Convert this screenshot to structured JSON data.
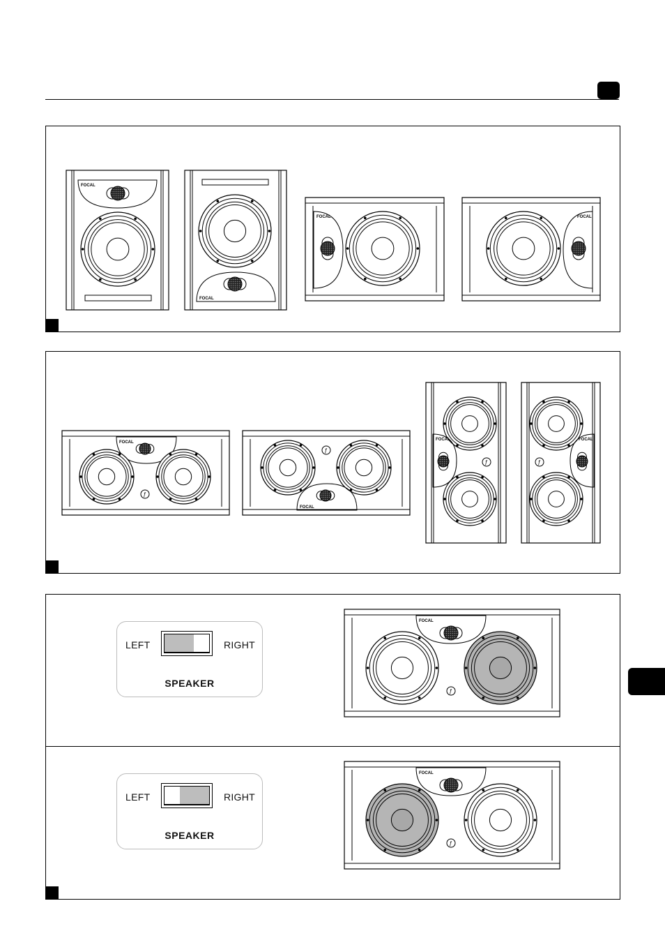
{
  "brand_logo": "FOCAL",
  "colors": {
    "ink": "#000000",
    "highlight_woofer": "#b5b5b5",
    "switch_knob": "#bdbdbd"
  },
  "figures": [
    {
      "id": "fig1",
      "speakers": [
        "vertical-tweeter-top",
        "vertical-tweeter-bottom",
        "horizontal-tweeter-left",
        "horizontal-tweeter-right"
      ]
    },
    {
      "id": "fig2",
      "speakers": [
        "center-tweeter-top",
        "center-tweeter-bottom",
        "vertical-tweeter-left",
        "vertical-tweeter-right"
      ]
    },
    {
      "id": "fig3"
    }
  ],
  "switch_panels": [
    {
      "left_label": "LEFT",
      "right_label": "RIGHT",
      "title": "SPEAKER",
      "position": "left",
      "highlighted_woofer": "right"
    },
    {
      "left_label": "LEFT",
      "right_label": "RIGHT",
      "title": "SPEAKER",
      "position": "right",
      "highlighted_woofer": "left"
    }
  ]
}
